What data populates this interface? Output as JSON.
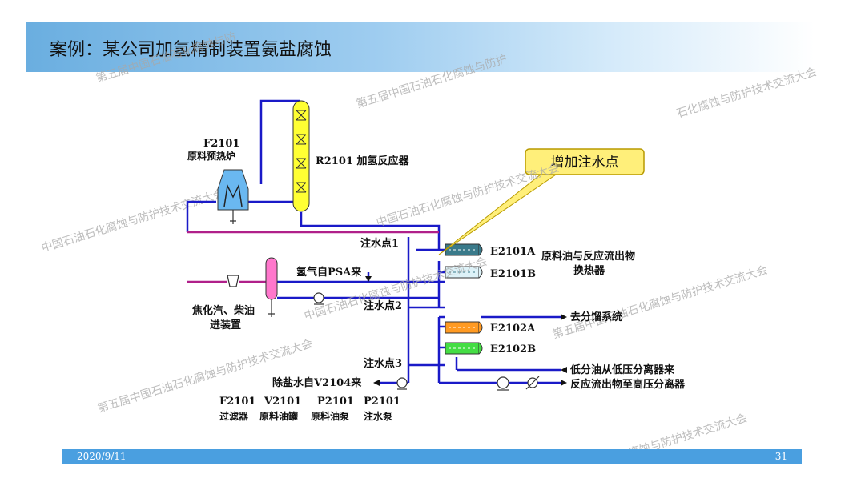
{
  "slide": {
    "title": "案例：某公司加氢精制装置氨盐腐蚀"
  },
  "watermark": {
    "text": "第五届中国石油石化腐蚀与防护技术交流大会",
    "fragments": [
      "中国石油石化腐蚀与防护技术交流大会",
      "第五届中国石油石化腐蚀与防护技术交流大会",
      "第五届中国石油石化腐蚀与防",
      "第五届中国石油石化腐蚀与防护",
      "石化腐蚀与防护技术交流大会",
      "中国石油石化腐蚀与防护技术交流大会",
      "腐蚀与防护技术交流大会"
    ]
  },
  "diagram": {
    "f2101_furnace": "F2101",
    "f2101_furnace_name": "原料预热炉",
    "reactor": "R2101 加氢反应器",
    "callout": "增加注水点",
    "inj1": "注水点1",
    "inj2": "注水点2",
    "inj3": "注水点3",
    "h2_psa": "氢气自PSA来",
    "coker_1": "焦化汽、柴油",
    "coker_2": "进装置",
    "e2101a": "E2101A",
    "e2101b": "E2101B",
    "exch_1": "原料油与反应流出物",
    "exch_2": "换热器",
    "frac": "去分馏系统",
    "e2102a": "E2102A",
    "e2102b": "E2102B",
    "low_sep": "低分油从低压分离器来",
    "high_sep": "反应流出物至高压分离器",
    "demin": "除盐水自V2104来",
    "leg": [
      "F2101",
      "V2101",
      "P2101",
      "P2101"
    ],
    "leg_name": [
      "过滤器",
      "原料油罐",
      "原料油泵",
      "注水泵"
    ]
  },
  "footer": {
    "date": "2020/9/11",
    "page": "31"
  },
  "colors": {
    "pipe": "#1a1ac8",
    "feed_pipe": "#b0208a",
    "header_accent": "#6aaee0",
    "callout": "#ffef7a",
    "reactor": "#ffff33",
    "vessel": "#ff77cc",
    "footer": "#4a9fe0"
  }
}
